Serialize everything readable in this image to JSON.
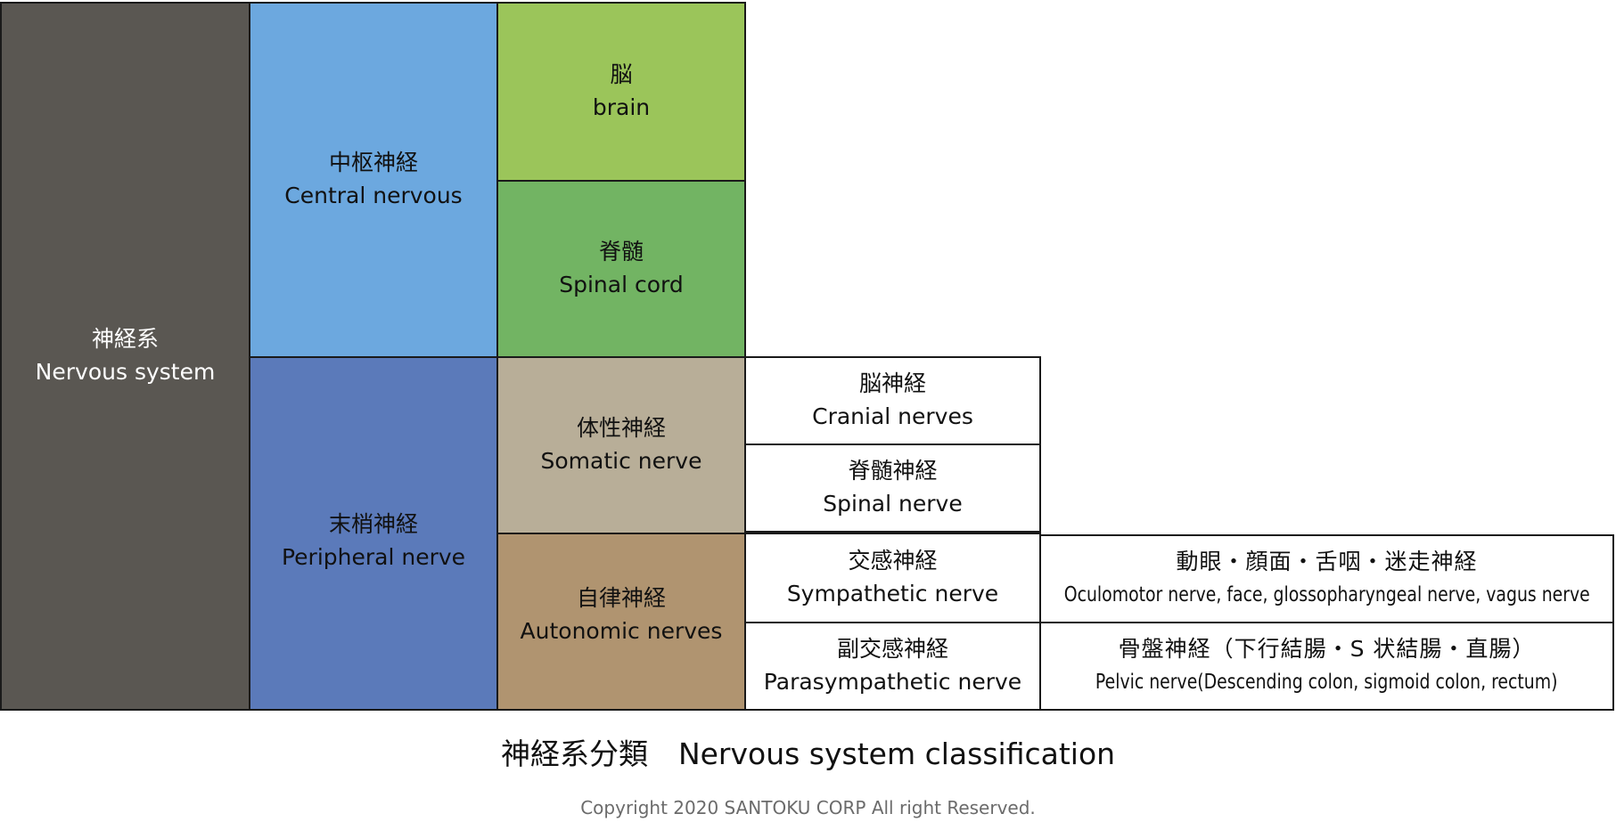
{
  "diagram": {
    "type": "hierarchy-table",
    "colors": {
      "nervous_system": "#5a5752",
      "central": "#6ca8df",
      "peripheral": "#5b7aba",
      "brain": "#9bc55a",
      "spinal_cord": "#72b463",
      "somatic": "#b8ae98",
      "autonomic": "#b09470",
      "leaf": "#ffffff",
      "border": "#1a1a1a"
    },
    "root": {
      "jp": "神経系",
      "en": "Nervous system"
    },
    "central": {
      "jp": "中枢神経",
      "en": "Central nervous"
    },
    "peripheral": {
      "jp": "末梢神経",
      "en": "Peripheral nerve"
    },
    "brain": {
      "jp": "脳",
      "en": "brain"
    },
    "spinal_cord": {
      "jp": "脊髄",
      "en": "Spinal cord"
    },
    "somatic": {
      "jp": "体性神経",
      "en": "Somatic nerve"
    },
    "autonomic": {
      "jp": "自律神経",
      "en": "Autonomic nerves"
    },
    "cranial_nerves": {
      "jp": "脳神経",
      "en": "Cranial nerves"
    },
    "spinal_nerve": {
      "jp": "脊髄神経",
      "en": "Spinal nerve"
    },
    "sympathetic": {
      "jp": "交感神経",
      "en": "Sympathetic nerve"
    },
    "parasympathetic": {
      "jp": "副交感神経",
      "en": "Parasympathetic nerve"
    },
    "sympathetic_targets": {
      "jp": "動眼・顔面・舌咽・迷走神経",
      "en": "Oculomotor nerve, face, glossopharyngeal nerve, vagus nerve"
    },
    "parasympathetic_targets": {
      "jp": "骨盤神経（下行結腸・S 状結腸・直腸）",
      "en": "Pelvic nerve(Descending colon, sigmoid colon, rectum)"
    }
  },
  "caption": {
    "jp": "神経系分類",
    "en": "Nervous system classification"
  },
  "copyright": "Copyright 2020 SANTOKU CORP All right Reserved."
}
